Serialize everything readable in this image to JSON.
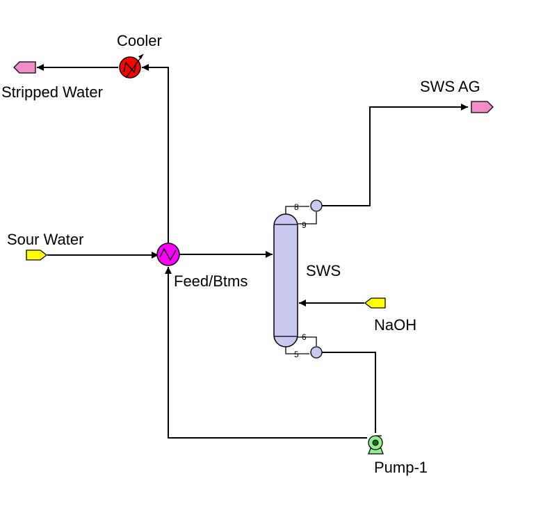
{
  "units": {
    "cooler": "Cooler",
    "feed_btms": "Feed/Btms",
    "column": "SWS",
    "pump": "Pump-1"
  },
  "streams": {
    "sour_water": "Sour Water",
    "stripped_water": "Stripped Water",
    "sws_ag": "SWS AG",
    "naoh": "NaOH"
  },
  "column_ports": {
    "top_left": "8",
    "top_right": "9",
    "bottom_right": "6",
    "bottom_left": "5"
  },
  "colors": {
    "line": "#000000",
    "product_stream": "#f08cc8",
    "feed_stream": "#ffff00",
    "cooler": "#ff0000",
    "heat_exchanger": "#ff00ff",
    "column": "#c8c8f0",
    "pump": "#90f090"
  }
}
